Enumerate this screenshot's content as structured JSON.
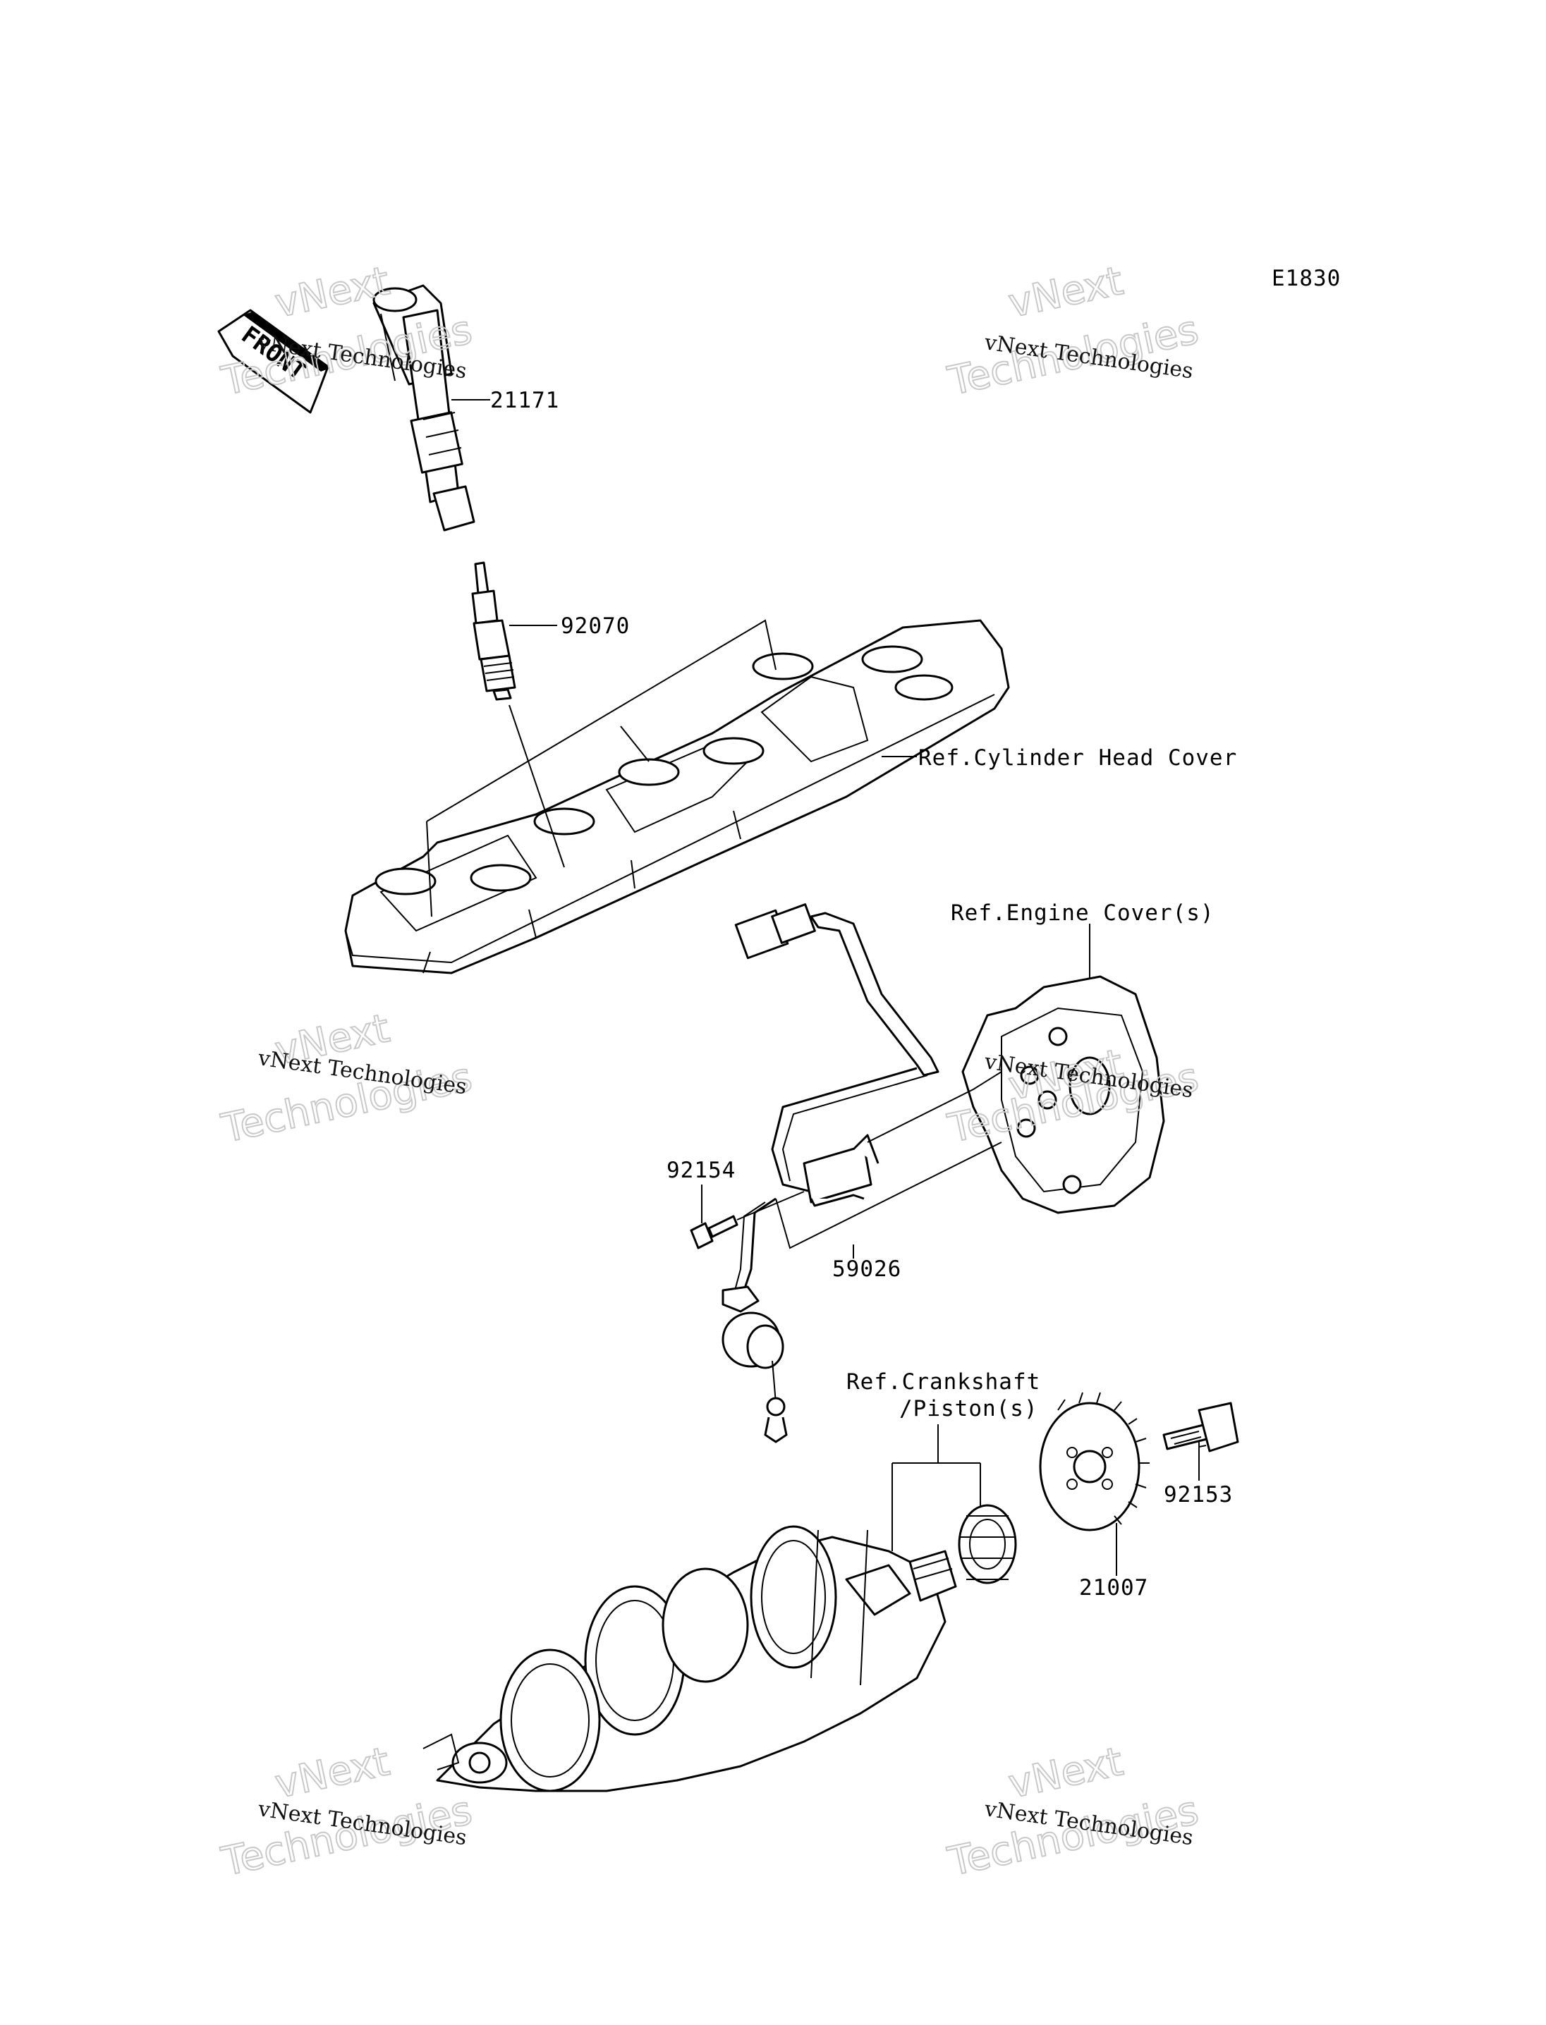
{
  "diagram_code": "E1830",
  "front_arrow_label": "FRONT",
  "parts": {
    "ignition_coil": "21171",
    "spark_plug": "92070",
    "bolt_pickup": "92154",
    "pickup_coil": "59026",
    "bolt_rotor": "92153",
    "timing_rotor": "21007"
  },
  "references": {
    "cylinder_head_cover": "Ref.Cylinder Head Cover",
    "engine_cover": "Ref.Engine Cover(s)",
    "crankshaft_line1": "Ref.Crankshaft",
    "crankshaft_line2": "/Piston(s)"
  },
  "watermark": {
    "line1": "vNext Technologies",
    "big_top": "vNext",
    "big_bottom": "Technologies"
  }
}
